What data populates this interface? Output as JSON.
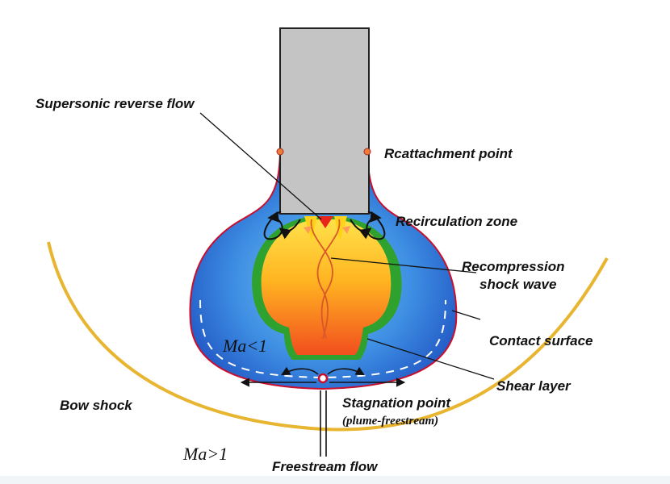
{
  "labels": {
    "supersonic_reverse_flow": "Supersonic reverse flow",
    "reattachment_point": "Rcattachment point",
    "recirculation_zone": "Recirculation zone",
    "recompression_line1": "Recompression",
    "recompression_line2": "shock wave",
    "contact_surface": "Contact surface",
    "shear_layer": "Shear layer",
    "stagnation_point": "Stagnation point",
    "stagnation_sub": "(plume-freestream)",
    "bow_shock": "Bow shock",
    "freestream_flow": "Freestream flow",
    "mach_subsonic": "Ma<1",
    "mach_supersonic": "Ma>1"
  },
  "colors": {
    "body": "#c4c4c4",
    "outer_region_light": "#5aaaf0",
    "outer_region_dark": "#1d59c9",
    "boundary": "#c8102e",
    "shear_layer": "#2ea12e",
    "plume_top": "#ffd21a",
    "plume_bottom": "#f4541c",
    "bow_shock": "#e8b530",
    "shock_lines": "#d9572a"
  }
}
